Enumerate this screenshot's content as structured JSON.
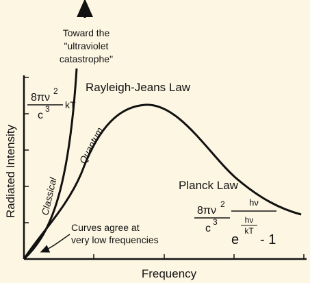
{
  "axes": {
    "x_label": "Frequency",
    "y_label": "Radiated Intensity"
  },
  "annotations": {
    "uv_line1": "Toward the",
    "uv_line2": "\"ultraviolet",
    "uv_line3": "catastrophe\"",
    "rj_title": "Rayleigh-Jeans Law",
    "planck_title": "Planck Law",
    "agree_line1": "Curves agree at",
    "agree_line2": "very low frequencies",
    "classical_label": "Classical",
    "quantum_label": "Quantum"
  },
  "formulas": {
    "rj": {
      "num_base": "8πν",
      "num_exp": "2",
      "den_base": "c",
      "den_exp": "3",
      "tail": "kT"
    },
    "planck": {
      "num_base": "8πν",
      "num_exp": "2",
      "den_base": "c",
      "den_exp": "3",
      "h_nu": "hν",
      "exp_base": "e",
      "exp_num": "hν",
      "exp_den": "kT",
      "minus_one": "- 1"
    }
  },
  "colors": {
    "background": "#fdf6e3",
    "ink": "#111111"
  }
}
